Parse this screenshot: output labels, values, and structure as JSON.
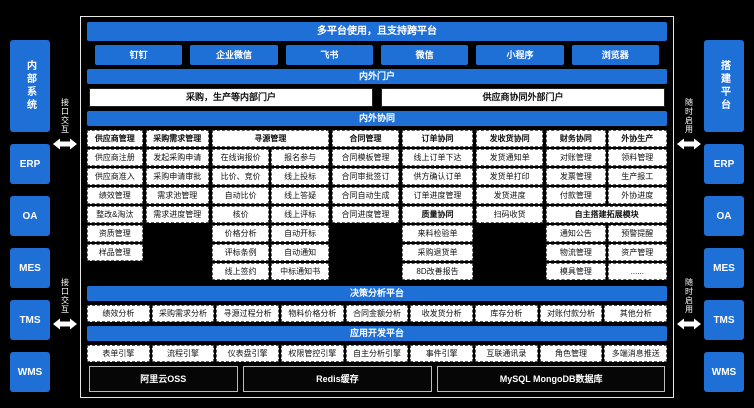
{
  "header": {
    "title": "多平台使用，且支持跨平台"
  },
  "platforms": [
    "钉钉",
    "企业微信",
    "飞书",
    "微信",
    "小程序",
    "浏览器"
  ],
  "portal": {
    "bar": "内外门户",
    "items": [
      "采购，生产等内部门户",
      "供应商协同外部门户"
    ]
  },
  "collab": {
    "bar": "内外协同"
  },
  "grid": {
    "supplier": {
      "header": "供应商管理",
      "items": [
        "供应商注册",
        "供应商准入",
        "绩效管理",
        "整改&淘汰",
        "资质管理",
        "样品管理"
      ]
    },
    "demand": {
      "header": "采购需求管理",
      "items": [
        "发起采购申请",
        "采购申请审批",
        "需求池管理",
        "需求进度管理"
      ]
    },
    "sourcing": {
      "header": "寻源管理",
      "left": [
        "在线询报价",
        "比价、竞价",
        "自动比价",
        "核价",
        "价格分析",
        "评标条例",
        "线上签约"
      ],
      "right": [
        "报名参与",
        "线上投标",
        "线上答疑",
        "线上评标",
        "自动开标",
        "自动通知",
        "中标通知书"
      ]
    },
    "contract": {
      "header": "合同管理",
      "items": [
        "合同模板管理",
        "合同审批签订",
        "合同自动生成",
        "合同进度管理"
      ]
    },
    "order": {
      "header": "订单协同",
      "items": [
        "线上订单下达",
        "供方确认订单",
        "订单进度管理"
      ],
      "quality_header": "质量协同",
      "quality_items": [
        "来料检验单",
        "采购退货单",
        "8D改善报告"
      ]
    },
    "delivery": {
      "header": "发收货协同",
      "items": [
        "发货通知单",
        "发货单打印",
        "发货进度",
        "扫码收货"
      ]
    },
    "finance": {
      "header": "财务协同",
      "items": [
        "对账管理",
        "发票管理",
        "付款管理"
      ]
    },
    "outsource": {
      "header": "外协生产",
      "items": [
        "领料管理",
        "生产报工",
        "外协进度"
      ]
    },
    "custom": {
      "header": "自主搭建拓展模块",
      "left": [
        "通知公告",
        "物流管理",
        "模具管理"
      ],
      "right": [
        "预警提醒",
        "资产管理",
        "......"
      ]
    }
  },
  "decision": {
    "bar": "决策分析平台",
    "items": [
      "绩效分析",
      "采购需求分析",
      "寻源过程分析",
      "物料价格分析",
      "合同金额分析",
      "收发货分析",
      "库存分析",
      "对账付款分析",
      "其他分析"
    ]
  },
  "appdev": {
    "bar": "应用开发平台",
    "items": [
      "表单引擎",
      "流程引擎",
      "仪表盘引擎",
      "权限管控引擎",
      "自主分析引擎",
      "事件引擎",
      "互联通讯录",
      "角色管理",
      "多端消息推送"
    ]
  },
  "infra": {
    "items": [
      "阿里云OSS",
      "Redis缓存",
      "MySQL MongoDB数据库"
    ]
  },
  "left_rail": {
    "title": "内部系统",
    "systems": [
      "ERP",
      "OA",
      "MES",
      "TMS",
      "WMS"
    ],
    "link_label": "接口交互"
  },
  "right_rail": {
    "title": "搭建平台",
    "systems": [
      "ERP",
      "OA",
      "MES",
      "TMS",
      "WMS"
    ],
    "link_label": "随时启用"
  },
  "colors": {
    "accent": "#1e6fd6",
    "background": "#000000",
    "chip": "#ffffff"
  }
}
